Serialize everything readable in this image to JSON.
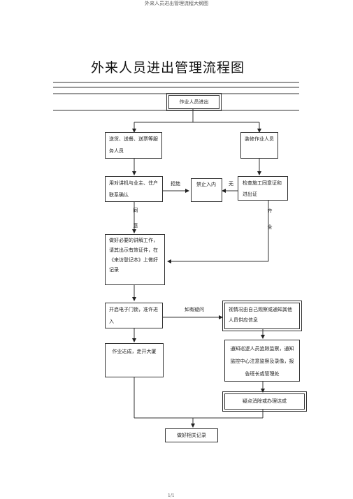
{
  "header": "外来人员进出管理流程大纲图",
  "title": "外来人员进出管理流程图",
  "nodes": {
    "start": "作业人员进出",
    "delivery": "送货、送餐、送票等服务人员",
    "repair": "装修作业人员",
    "intercom": "用对讲机与业主、住户联系确认",
    "forbid": "禁止入内",
    "check_permit": "检查施工同意证和进出证",
    "register": "做好必要的讲解工作，请其出示有效证件，在《来访登记本》上做好记录",
    "open_door": "开启电子门锁，准许进入",
    "observe": "视情况由自己观察或通知其他人员供应信息",
    "done_leave": "作业达成，走开大厦",
    "notify": "通知巡逻人员追踪监察，通知监控中心注意监察及录像，报告班长或管理处",
    "resolve": "疑点消除或办理达成",
    "record": "做好相关记录"
  },
  "labels": {
    "reject": "拒绝",
    "none": "无",
    "agree_1": "同",
    "agree_2": "意",
    "complete_1": "齐",
    "complete_2": "全",
    "suspicious": "如有疑问"
  },
  "footer": "1/1"
}
